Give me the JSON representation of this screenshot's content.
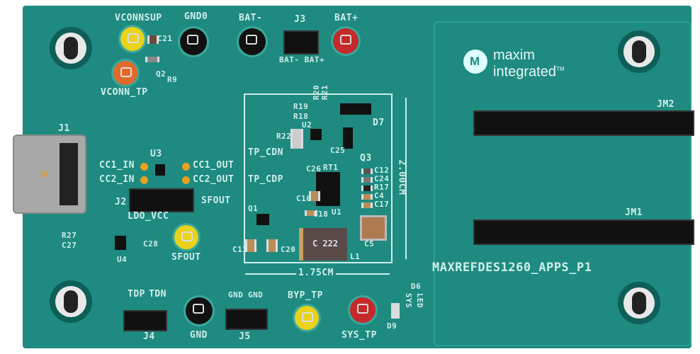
{
  "board": {
    "color": "#1e8a80",
    "brand": {
      "name_line1": "maxim",
      "name_line2": "integrated",
      "tm": "TM",
      "logo_text": "M"
    },
    "part_number": "MAXREFDES1260_APPS_P1",
    "dimensions": {
      "height": "2.00CM",
      "width": "1.75CM"
    },
    "labels": {
      "vconnsup": "VCONNSUP",
      "gnd0": "GND0",
      "bat_minus": "BAT-",
      "j3": "J3",
      "bat_plus": "BAT+",
      "bat_pair": "BAT-  BAT+",
      "c21": "C21",
      "q2": "Q2",
      "r9": "R9",
      "vconn_tp": "VCONN_TP",
      "j1": "J1",
      "u3": "U3",
      "cc1_in": "CC1_IN",
      "cc2_in": "CC2_IN",
      "cc1_out": "CC1_OUT",
      "cc2_out": "CC2_OUT",
      "j2": "J2",
      "sfout_top": "SFOUT",
      "ldo_vcc": "LDO_VCC",
      "r27": "R27",
      "c27": "C27",
      "u4": "U4",
      "c28": "C28",
      "sfout": "SFOUT",
      "tdp": "TDP",
      "tdn": "TDN",
      "j4": "J4",
      "gnd": "GND",
      "gnd_a": "GND",
      "gnd_b": "GND",
      "j5": "J5",
      "byp_tp": "BYP_TP",
      "sys_tp": "SYS_TP",
      "d9": "D9",
      "sys": "SYS",
      "led": "LED",
      "d6": "D6",
      "r20": "R20",
      "r21": "R21",
      "r19": "R19",
      "r18": "R18",
      "u2": "U2",
      "r22": "R22",
      "d7": "D7",
      "tp_cdn": "TP_CDN",
      "tp_cdp": "TP_CDP",
      "c26": "C26",
      "rt1": "RT1",
      "c25": "C25",
      "q3": "Q3",
      "c12": "C12",
      "c24": "C24",
      "r17": "R17",
      "c4": "C4",
      "c17": "C17",
      "c10": "C10",
      "c18": "C18",
      "u1": "U1",
      "q1": "Q1",
      "c13": "C13",
      "c20": "C20",
      "l1": "L1",
      "c5": "C5",
      "inductor_mark": "C 222",
      "jm2": "JM2",
      "jm1": "JM1"
    }
  }
}
